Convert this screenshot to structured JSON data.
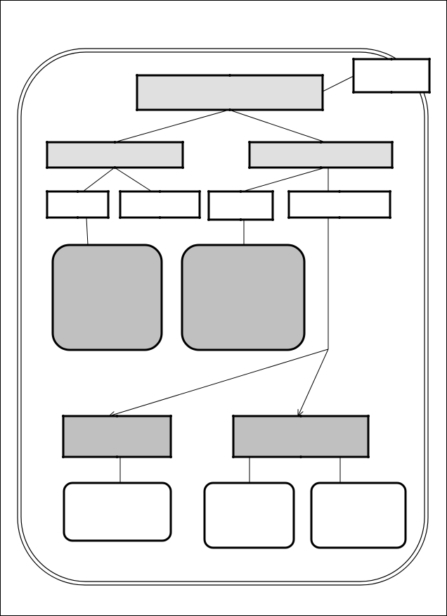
{
  "diagram": {
    "colors": {
      "background": "#ffffff",
      "stroke": "#000000",
      "light_fill": "#e0e0e0",
      "medium_fill": "#c0c0c0",
      "white_fill": "#ffffff"
    },
    "nodes": {
      "side_note": {
        "label": "",
        "fill": "white_fill"
      },
      "root": {
        "label": "",
        "fill": "light_fill"
      },
      "branch_left": {
        "label": "",
        "fill": "light_fill"
      },
      "branch_right": {
        "label": "",
        "fill": "light_fill"
      },
      "leaf_1": {
        "label": "",
        "fill": "white_fill"
      },
      "leaf_2": {
        "label": "",
        "fill": "white_fill"
      },
      "leaf_3": {
        "label": "",
        "fill": "white_fill"
      },
      "leaf_4": {
        "label": "",
        "fill": "white_fill"
      },
      "panel_left": {
        "label": "",
        "fill": "medium_fill"
      },
      "panel_right": {
        "label": "",
        "fill": "medium_fill"
      },
      "target_left": {
        "label": "",
        "fill": "medium_fill"
      },
      "target_right": {
        "label": "",
        "fill": "medium_fill"
      },
      "result_1": {
        "label": "",
        "fill": "white_fill"
      },
      "result_2": {
        "label": "",
        "fill": "white_fill"
      },
      "result_3": {
        "label": "",
        "fill": "white_fill"
      }
    }
  }
}
